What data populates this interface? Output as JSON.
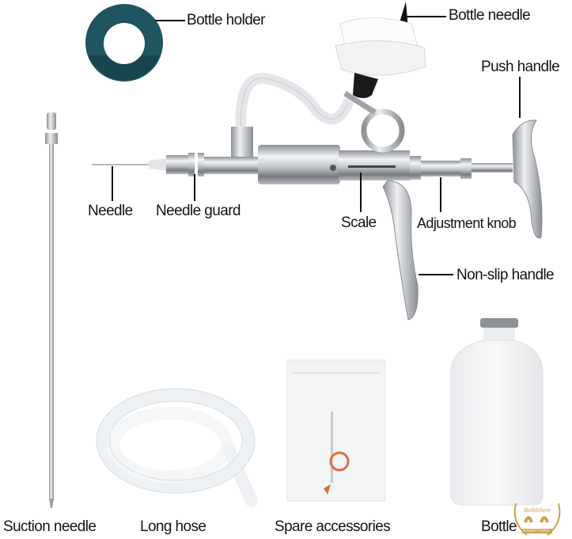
{
  "diagram": {
    "subject": "Continuous veterinary syringe kit",
    "labels": {
      "bottle_holder": "Bottle holder",
      "bottle_needle": "Bottle needle",
      "push_handle": "Push handle",
      "needle": "Needle",
      "needle_guard": "Needle guard",
      "scale": "Scale",
      "adjustment_knob": "Adjustment knob",
      "non_slip_handle": "Non-slip handle",
      "suction_needle": "Suction needle",
      "long_hose": "Long hose",
      "spare_accessories": "Spare accessories",
      "bottle": "Bottle"
    },
    "watermark": {
      "brand": "Bethlehem",
      "sub": "RABBIT FARM"
    },
    "colors": {
      "background": "#ffffff",
      "label_text": "#141414",
      "holder_teal": "#1f5560",
      "steel": "#b9bcc1",
      "hose_white": "#eef1f4",
      "oring_orange": "#d9703f",
      "watermark_gold": "#c9a24a"
    }
  }
}
